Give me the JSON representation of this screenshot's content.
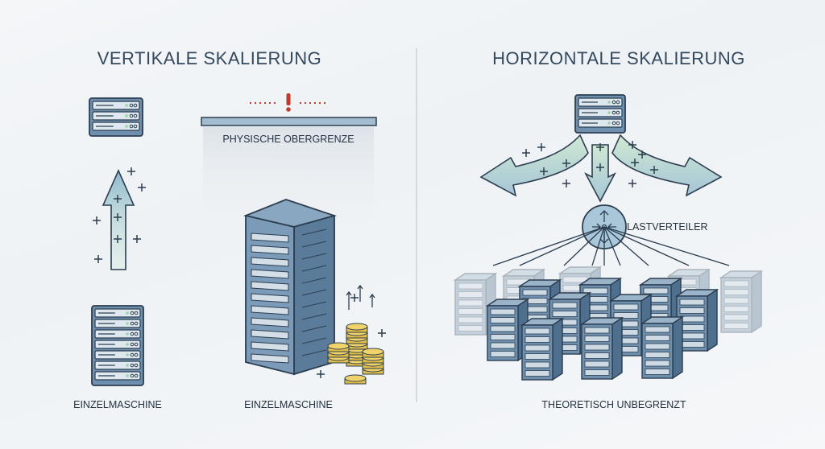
{
  "vertical": {
    "title": "VERTIKALE SKALIERUNG",
    "limit_label": "PHYSISCHE OBERGRENZE",
    "left_machine_label": "EINZELMASCHINE",
    "right_machine_label": "EINZELMASCHINE"
  },
  "horizontal": {
    "title": "HORIZONTALE SKALIERUNG",
    "load_balancer_label": "LASTVERTEILER",
    "bottom_label": "THEORETISCH UNBEGRENZT"
  },
  "colors": {
    "server_fill": "#6f8fae",
    "server_stroke": "#2c3e50",
    "arrow_fill": "#a9c7d6",
    "green": "#9fd3a8",
    "warning": "#c0392b",
    "coin": "#e2bd4a"
  }
}
